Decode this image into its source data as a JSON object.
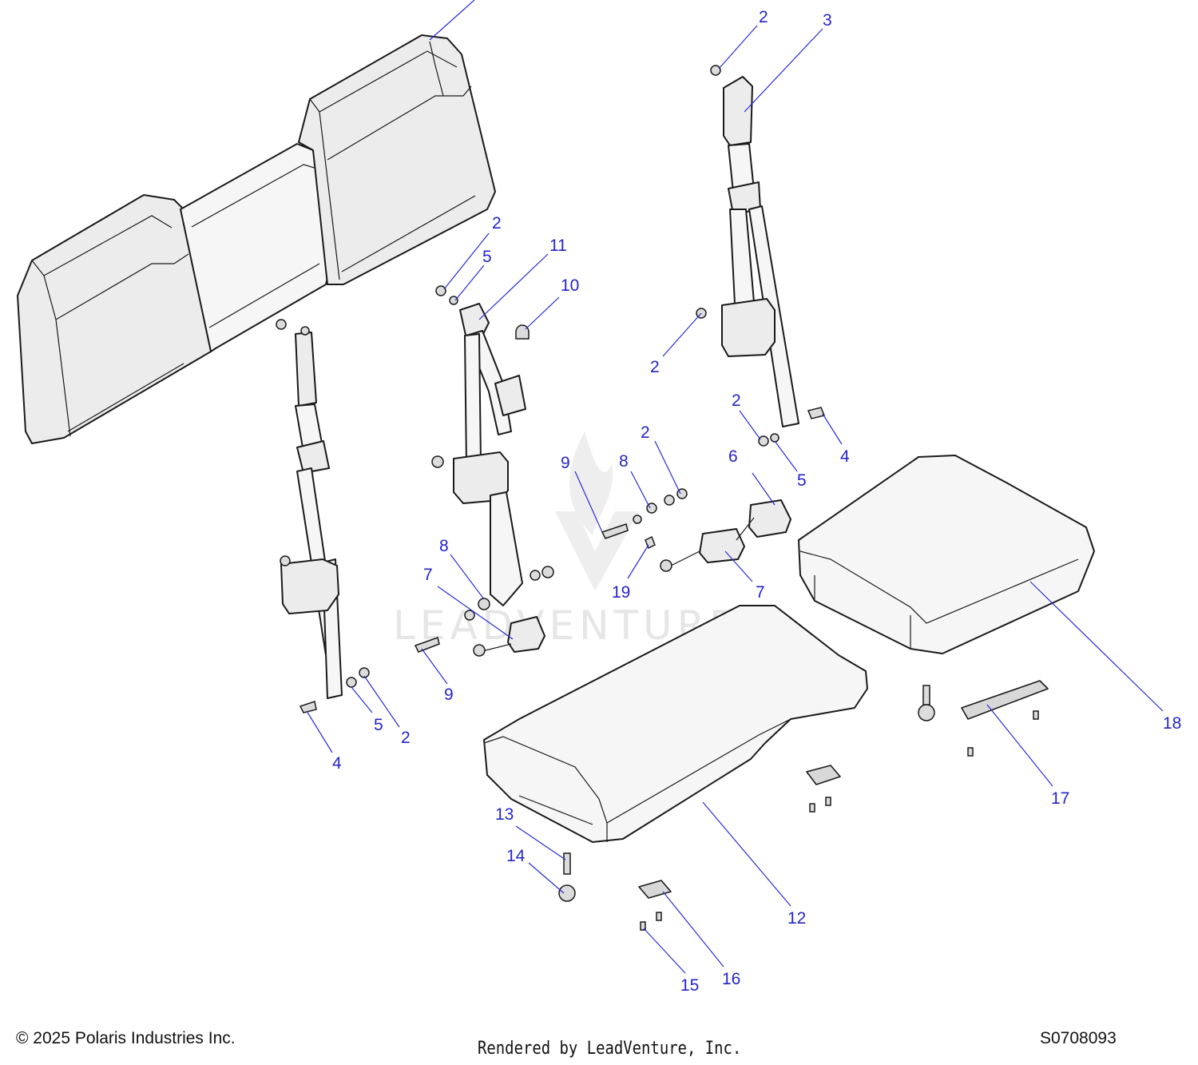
{
  "watermark": {
    "text": "LEADVENTURE"
  },
  "footer": {
    "copyright": "© 2025 Polaris Industries Inc.",
    "rendered_by": "Rendered by LeadVenture, Inc.",
    "diagram_id": "S0708093"
  },
  "callouts": {
    "c2a": "2",
    "c3": "3",
    "c2b": "2",
    "c5a": "5",
    "c11": "11",
    "c10": "10",
    "c2c": "2",
    "c2d": "2",
    "c5b": "5",
    "c4a": "4",
    "c6": "6",
    "c9a": "9",
    "c8a": "8",
    "c2e": "2",
    "c19": "19",
    "c7a": "7",
    "c8b": "8",
    "c7b": "7",
    "c9b": "9",
    "c5c": "5",
    "c2f": "2",
    "c4b": "4",
    "c18": "18",
    "c17": "17",
    "c12": "12",
    "c13": "13",
    "c14": "14",
    "c16": "16",
    "c15": "15"
  },
  "colors": {
    "callout": "#2424c8",
    "line": "#1a1a1a",
    "part_fill": "#ececec"
  }
}
